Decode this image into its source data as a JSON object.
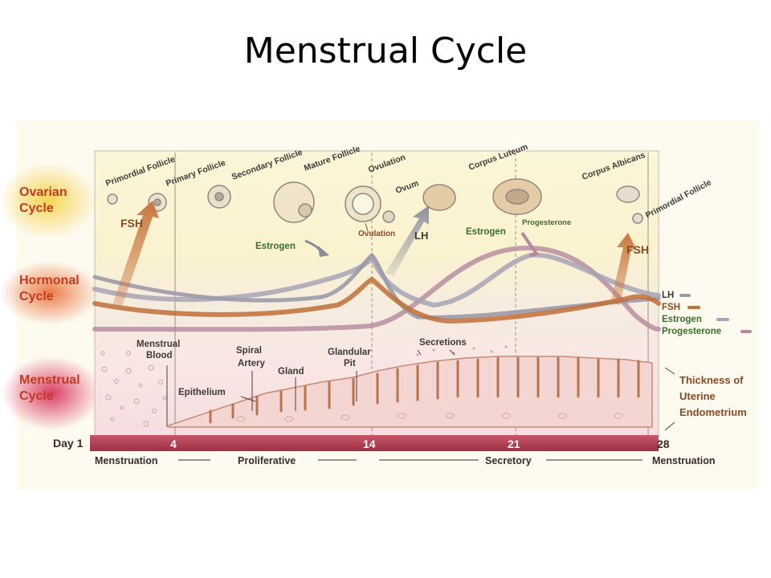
{
  "slide": {
    "title": "Menstrual Cycle"
  },
  "colors": {
    "ovarian_glow": "#f7d24a",
    "hormonal_glow": "#e8763f",
    "menstrual_glow": "#d8345c",
    "panel_top": "#fbf5d2",
    "panel_mid": "#f8ecd9",
    "panel_bottom": "#fae3e6",
    "fsh_line": "#c0703a",
    "lh_line": "#9a9aa8",
    "estrogen_line": "#a7a4b6",
    "progesterone_line": "#b4889e",
    "day_bar": "#b03a4e",
    "green_label": "#3a6e2a",
    "brown_label": "#8b4a1f"
  },
  "side_labels": {
    "ovarian": [
      "Ovarian",
      "Cycle"
    ],
    "hormonal": [
      "Hormonal",
      "Cycle"
    ],
    "menstrual": [
      "Menstrual",
      "Cycle"
    ]
  },
  "follicle_labels": {
    "primordial_left": "Primordial Follicle",
    "primary": "Primary Follicle",
    "secondary": "Secondary Follicle",
    "mature": "Mature Follicle",
    "ovulation_top": "Ovulation",
    "ovum": "Ovum",
    "corpus_luteum": "Corpus Luteum",
    "corpus_albicans": "Corpus Albicans",
    "primordial_right": "Primordial Follicle"
  },
  "hormone_labels": {
    "fsh_left": "FSH",
    "estrogen_1": "Estrogen",
    "ovulation_mid": "Ovulation",
    "lh_mid": "LH",
    "estrogen_2": "Estrogen",
    "progesterone": "Progesterone",
    "fsh_right": "FSH"
  },
  "legend": [
    "LH",
    "FSH",
    "Estrogen",
    "Progesterone"
  ],
  "endometrium_labels": {
    "menstrual_blood": [
      "Menstrual",
      "Blood"
    ],
    "spiral_artery": [
      "Spiral",
      "Artery"
    ],
    "gland": "Gland",
    "glandular_pit": [
      "Glandular",
      "Pit"
    ],
    "secretions": "Secretions",
    "epithelium": "Epithelium",
    "thickness": [
      "Thickness of",
      "Uterine",
      "Endometrium"
    ]
  },
  "days": {
    "label": "Day 1",
    "d4": "4",
    "d14": "14",
    "d21": "21",
    "d28": "28"
  },
  "phases": {
    "menstruation_left": "Menstruation",
    "proliferative": "Proliferative",
    "secretory": "Secretory",
    "menstruation_right": "Menstruation"
  }
}
